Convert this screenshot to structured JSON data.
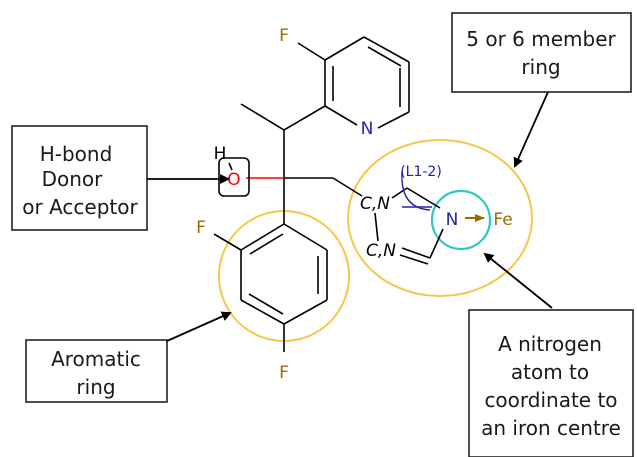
{
  "callouts": {
    "hbond": [
      "H-bond",
      "Donor",
      "or Acceptor"
    ],
    "aromatic": [
      "Aromatic",
      "ring"
    ],
    "ring_size": [
      "5 or 6 member",
      "ring"
    ],
    "nitrogen": [
      "A nitrogen",
      "atom to",
      "coordinate to",
      "an iron centre"
    ]
  },
  "atoms": {
    "fluorine_pyridine": "F",
    "pyridine_n": "N",
    "hydrogen": "H",
    "oxygen": "O",
    "fluorine_ortho": "F",
    "fluorine_para": "F",
    "ring_cn_top": "C,N",
    "ring_cn_bottom": "C,N",
    "ring_n": "N",
    "iron": "Fe",
    "ring_link": "(L1-2)"
  },
  "colors": {
    "fluorine": "#a06a00",
    "nitrogen": "#2222aa",
    "oxygen": "#ff0000",
    "iron": "#a06a00",
    "ring_highlight": "#f4c64a",
    "nitrogen_highlight": "#2fc6c6"
  }
}
